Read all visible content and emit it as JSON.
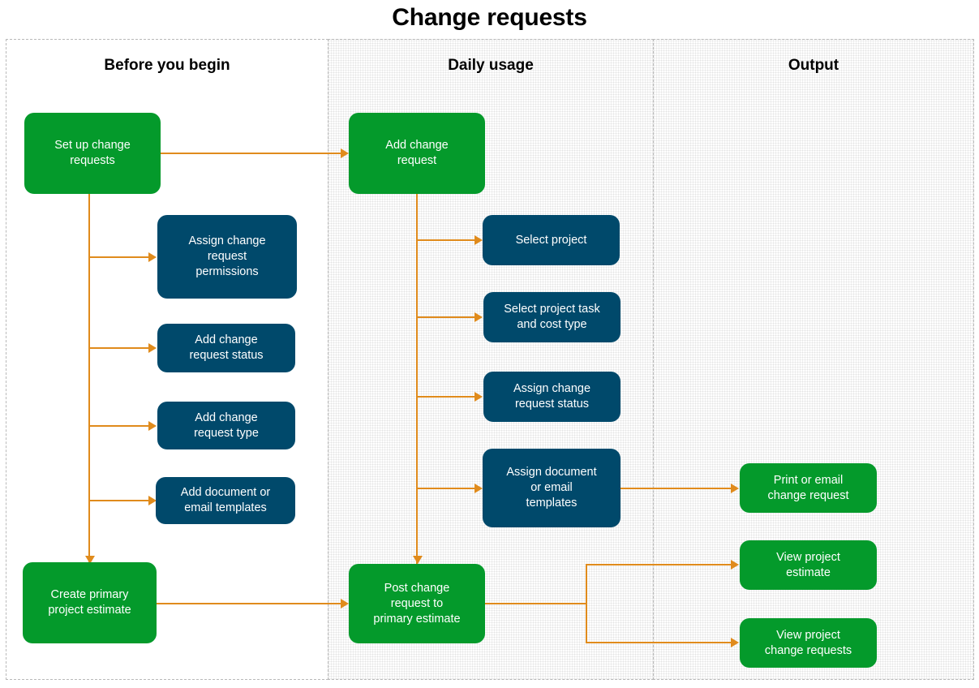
{
  "title": "Change requests",
  "colors": {
    "green": "#049a2b",
    "blue": "#00496b",
    "arrow": "#e08b1c",
    "lane_border": "#b9b9b9",
    "title_text": "#000000",
    "node_text": "#ffffff"
  },
  "lanes": [
    {
      "id": "before-you-begin",
      "label": "Before you begin"
    },
    {
      "id": "daily-usage",
      "label": "Daily usage"
    },
    {
      "id": "output",
      "label": "Output"
    }
  ],
  "nodes": {
    "setup_change_requests": "Set up change\nrequests",
    "assign_cr_permissions": "Assign change\nrequest\npermissions",
    "add_cr_status": "Add change\nrequest status",
    "add_cr_type": "Add change\nrequest type",
    "add_doc_email_templates": "Add document or\nemail templates",
    "create_primary_project_estimate": "Create primary\nproject estimate",
    "add_change_request": "Add change\nrequest",
    "select_project": "Select project",
    "select_project_task_cost_type": "Select project task\nand cost type",
    "assign_cr_status": "Assign change\nrequest status",
    "assign_doc_email_templates": "Assign document\nor email\ntemplates",
    "post_cr_to_primary_estimate": "Post change\nrequest to\nprimary estimate",
    "print_or_email_change_request": "Print or email\nchange request",
    "view_project_estimate": "View project\nestimate",
    "view_project_change_requests": "View project\nchange requests"
  },
  "chart_data": {
    "type": "flowchart",
    "title": "Change requests",
    "orientation": "left-to-right",
    "lanes": [
      "Before you begin",
      "Daily usage",
      "Output"
    ],
    "node_list": [
      {
        "id": "setup_change_requests",
        "label": "Set up change requests",
        "lane": "Before you begin",
        "style": "green"
      },
      {
        "id": "assign_cr_permissions",
        "label": "Assign change request permissions",
        "lane": "Before you begin",
        "style": "blue"
      },
      {
        "id": "add_cr_status",
        "label": "Add change request status",
        "lane": "Before you begin",
        "style": "blue"
      },
      {
        "id": "add_cr_type",
        "label": "Add change request type",
        "lane": "Before you begin",
        "style": "blue"
      },
      {
        "id": "add_doc_email_templates",
        "label": "Add document or email templates",
        "lane": "Before you begin",
        "style": "blue"
      },
      {
        "id": "create_primary_project_estimate",
        "label": "Create primary project estimate",
        "lane": "Before you begin",
        "style": "green"
      },
      {
        "id": "add_change_request",
        "label": "Add change request",
        "lane": "Daily usage",
        "style": "green"
      },
      {
        "id": "select_project",
        "label": "Select project",
        "lane": "Daily usage",
        "style": "blue"
      },
      {
        "id": "select_project_task_cost_type",
        "label": "Select project task and cost type",
        "lane": "Daily usage",
        "style": "blue"
      },
      {
        "id": "assign_cr_status",
        "label": "Assign change request status",
        "lane": "Daily usage",
        "style": "blue"
      },
      {
        "id": "assign_doc_email_templates",
        "label": "Assign document or email templates",
        "lane": "Daily usage",
        "style": "blue"
      },
      {
        "id": "post_cr_to_primary_estimate",
        "label": "Post change request to primary estimate",
        "lane": "Daily usage",
        "style": "green"
      },
      {
        "id": "print_or_email_change_request",
        "label": "Print or email change request",
        "lane": "Output",
        "style": "green"
      },
      {
        "id": "view_project_estimate",
        "label": "View project estimate",
        "lane": "Output",
        "style": "green"
      },
      {
        "id": "view_project_change_requests",
        "label": "View project change requests",
        "lane": "Output",
        "style": "green"
      }
    ],
    "edges": [
      {
        "from": "setup_change_requests",
        "to": "add_change_request"
      },
      {
        "from": "setup_change_requests",
        "to": "assign_cr_permissions"
      },
      {
        "from": "setup_change_requests",
        "to": "add_cr_status"
      },
      {
        "from": "setup_change_requests",
        "to": "add_cr_type"
      },
      {
        "from": "setup_change_requests",
        "to": "add_doc_email_templates"
      },
      {
        "from": "setup_change_requests",
        "to": "create_primary_project_estimate"
      },
      {
        "from": "create_primary_project_estimate",
        "to": "post_cr_to_primary_estimate"
      },
      {
        "from": "add_change_request",
        "to": "select_project"
      },
      {
        "from": "add_change_request",
        "to": "select_project_task_cost_type"
      },
      {
        "from": "add_change_request",
        "to": "assign_cr_status"
      },
      {
        "from": "add_change_request",
        "to": "assign_doc_email_templates"
      },
      {
        "from": "add_change_request",
        "to": "post_cr_to_primary_estimate"
      },
      {
        "from": "assign_doc_email_templates",
        "to": "print_or_email_change_request"
      },
      {
        "from": "post_cr_to_primary_estimate",
        "to": "view_project_estimate"
      },
      {
        "from": "post_cr_to_primary_estimate",
        "to": "view_project_change_requests"
      }
    ]
  }
}
